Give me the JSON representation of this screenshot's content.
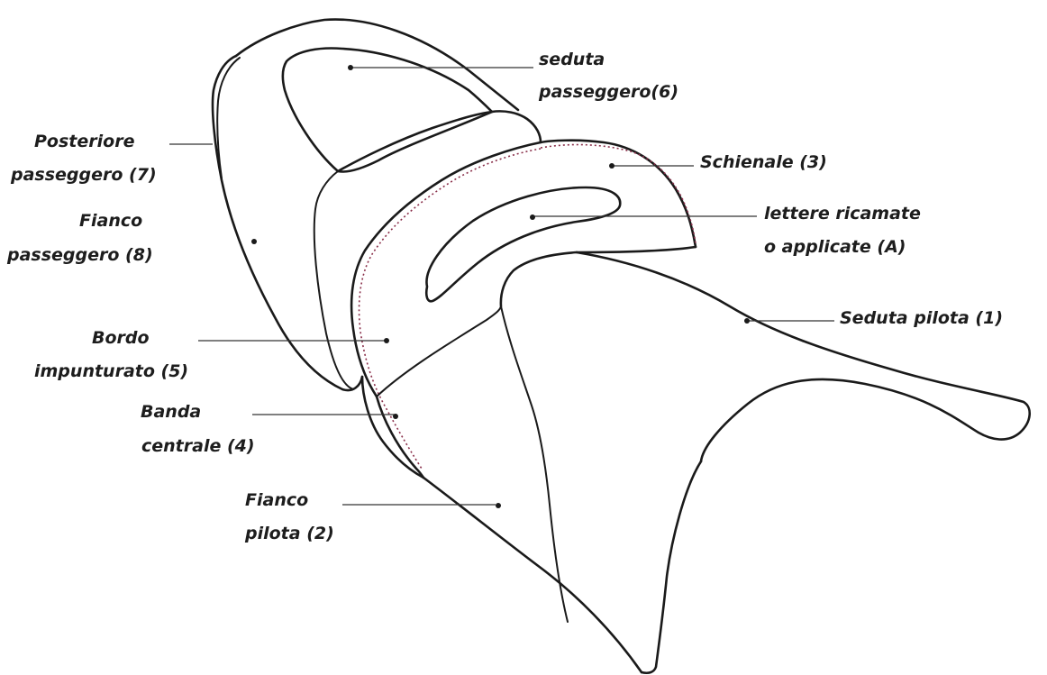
{
  "labels": {
    "seduta_passeggero": {
      "line1": "seduta",
      "line2": "passeggero(6)"
    },
    "schienale": {
      "line1": "Schienale (3)"
    },
    "lettere": {
      "line1": "lettere ricamate",
      "line2": "o applicate (A)"
    },
    "seduta_pilota": {
      "line1": "Seduta pilota (1)"
    },
    "posteriore_passeggero": {
      "line1": "Posteriore",
      "line2": "passeggero (7)"
    },
    "fianco_passeggero": {
      "line1": "Fianco",
      "line2": "passeggero (8)"
    },
    "bordo_impunturato": {
      "line1": "Bordo",
      "line2": "impunturato (5)"
    },
    "banda_centrale": {
      "line1": "Banda",
      "line2": "centrale (4)"
    },
    "fianco_pilota": {
      "line1": "Fianco",
      "line2": "pilota (2)"
    }
  },
  "colors": {
    "outline": "#1a1a1a",
    "stitching": "#8a2f4a",
    "text": "#1d1d1d",
    "background": "#ffffff"
  }
}
